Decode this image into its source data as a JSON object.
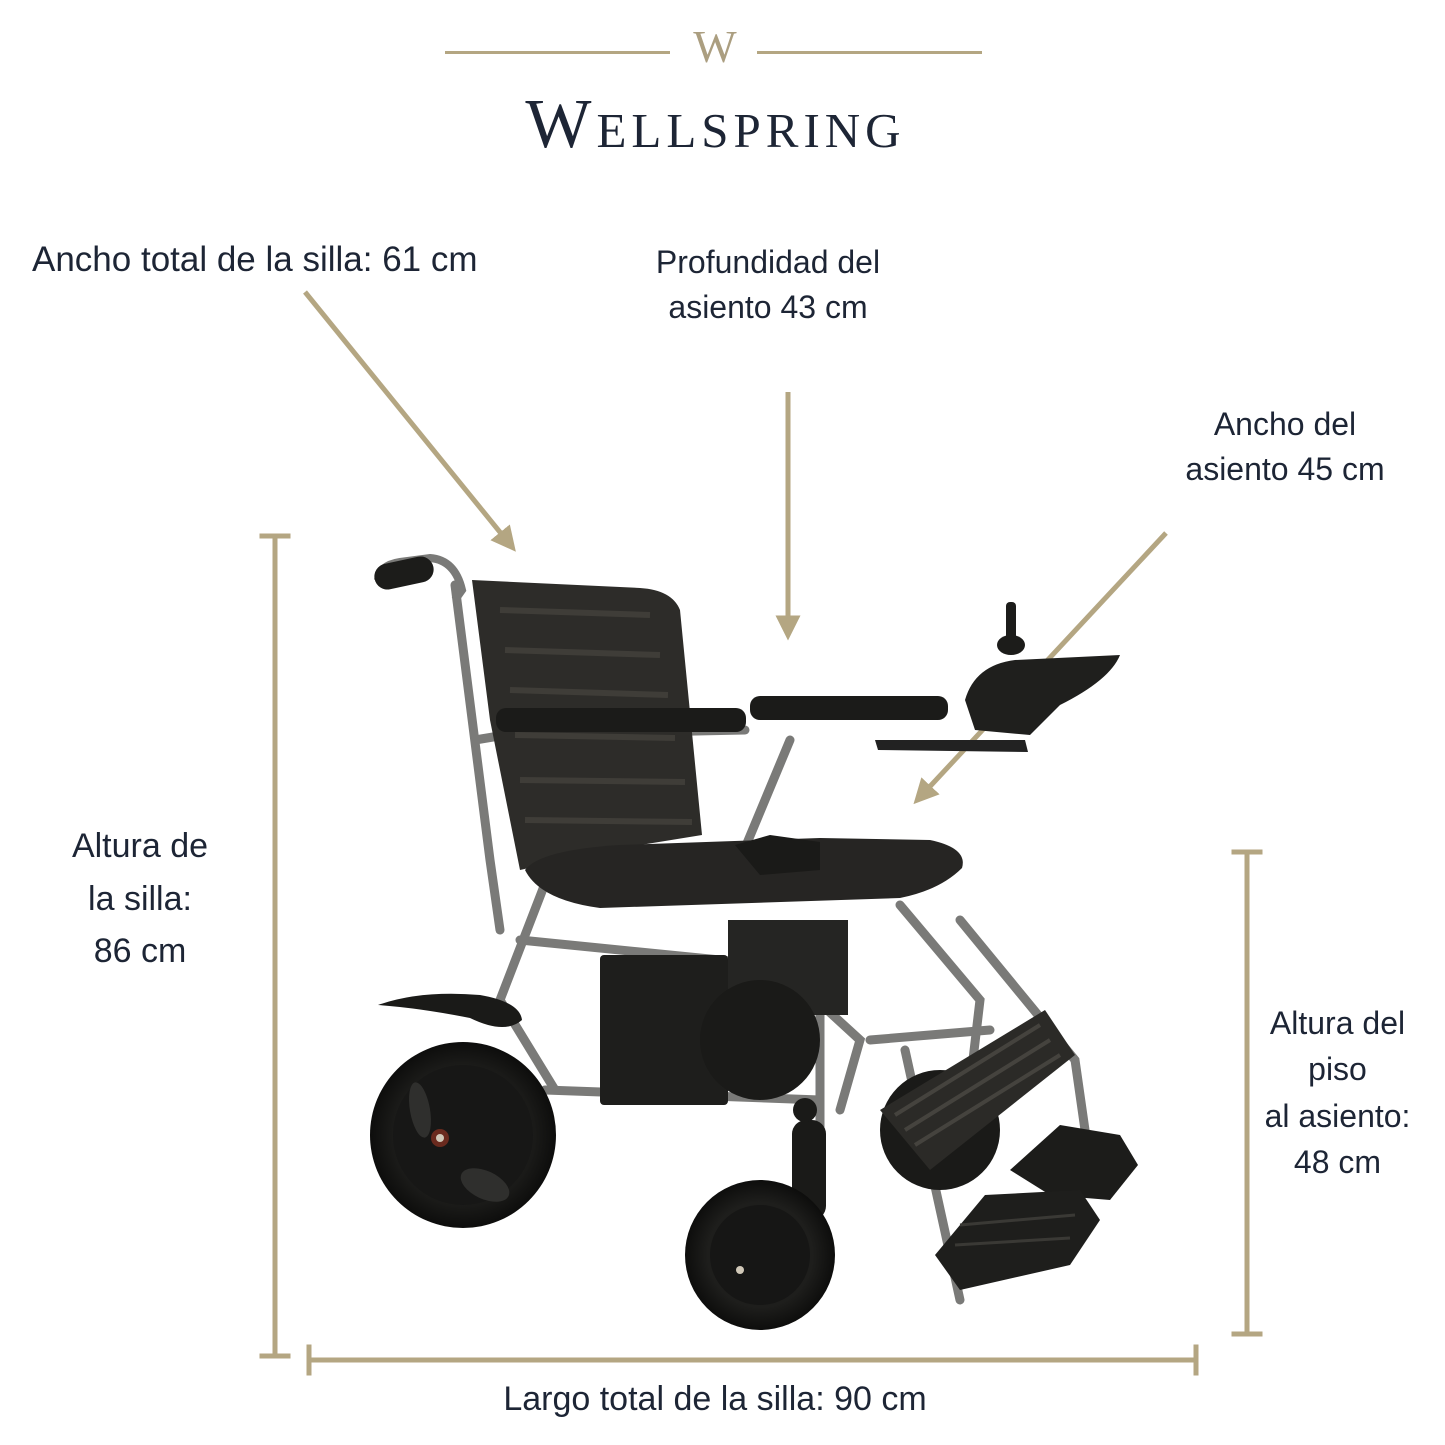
{
  "brand": {
    "monogram": "W",
    "name": "Wellspring"
  },
  "labels": {
    "total_width": "Ancho total de la silla: 61 cm",
    "seat_depth": [
      "Profundidad del",
      "asiento 43 cm"
    ],
    "seat_width": [
      "Ancho del",
      "asiento 45 cm"
    ],
    "chair_height": [
      "Altura de",
      "la silla:",
      "86 cm"
    ],
    "floor_to_seat": [
      "Altura del",
      "piso",
      "al asiento:",
      "48 cm"
    ],
    "total_length": "Largo total de la silla: 90 cm"
  },
  "colors": {
    "accent": "#b4a682",
    "text": "#1d2535",
    "chair": "#2a2a28",
    "frame": "#7a7a78"
  },
  "image": {
    "subject": "folding electric wheelchair with joystick controller"
  }
}
